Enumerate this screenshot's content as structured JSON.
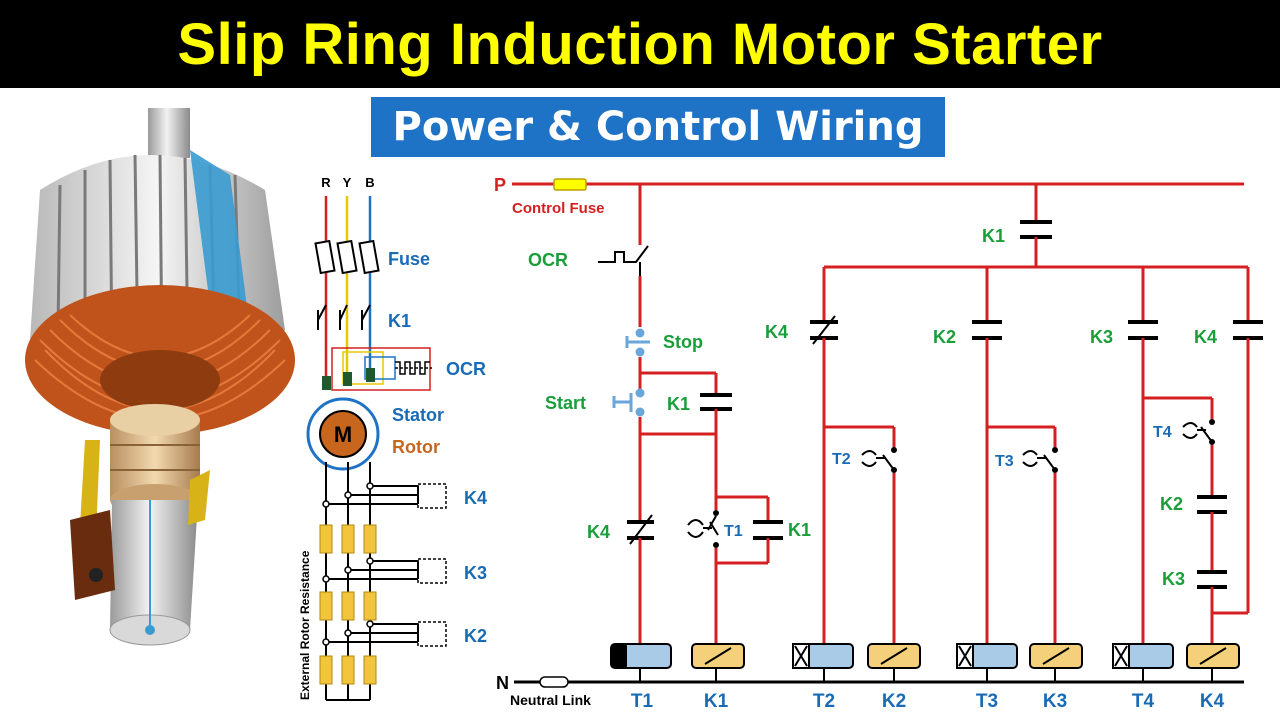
{
  "title": "Slip Ring Induction Motor Starter",
  "subtitle": "Power & Control Wiring",
  "colors": {
    "title_bg": "#000000",
    "title_text": "#ffff00",
    "subtitle_bg": "#1f73c7",
    "wire_red": "#d42020",
    "label_blue": "#1a6bb5",
    "label_green": "#1a9e3a",
    "label_orange": "#c8661e"
  },
  "power_circuit": {
    "phases": [
      "R",
      "Y",
      "B"
    ],
    "fuse_label": "Fuse",
    "k1_label": "K1",
    "ocr_label": "OCR",
    "motor_symbol": "M",
    "stator_label": "Stator",
    "rotor_label": "Rotor",
    "resistance_label": "External Rotor Resistance",
    "contactor_labels": [
      "K4",
      "K3",
      "K2"
    ]
  },
  "control_circuit": {
    "p_label": "P",
    "n_label": "N",
    "control_fuse_label": "Control Fuse",
    "neutral_link_label": "Neutral Link",
    "ocr_label": "OCR",
    "stop_label": "Stop",
    "start_label": "Start",
    "contact_labels": {
      "k1_main": "K1",
      "k1_hold": "K1",
      "k4_nc_left": "K4",
      "t1": "T1",
      "k1_par": "K1",
      "k4_nc": "K4",
      "k2_no": "K2",
      "k3_no": "K3",
      "k4_no": "K4",
      "t2": "T2",
      "t3": "T3",
      "t4": "T4",
      "k2_series": "K2",
      "k3_series": "K3"
    },
    "coils": [
      "T1",
      "K1",
      "T2",
      "K2",
      "T3",
      "K3",
      "T4",
      "K4"
    ]
  }
}
